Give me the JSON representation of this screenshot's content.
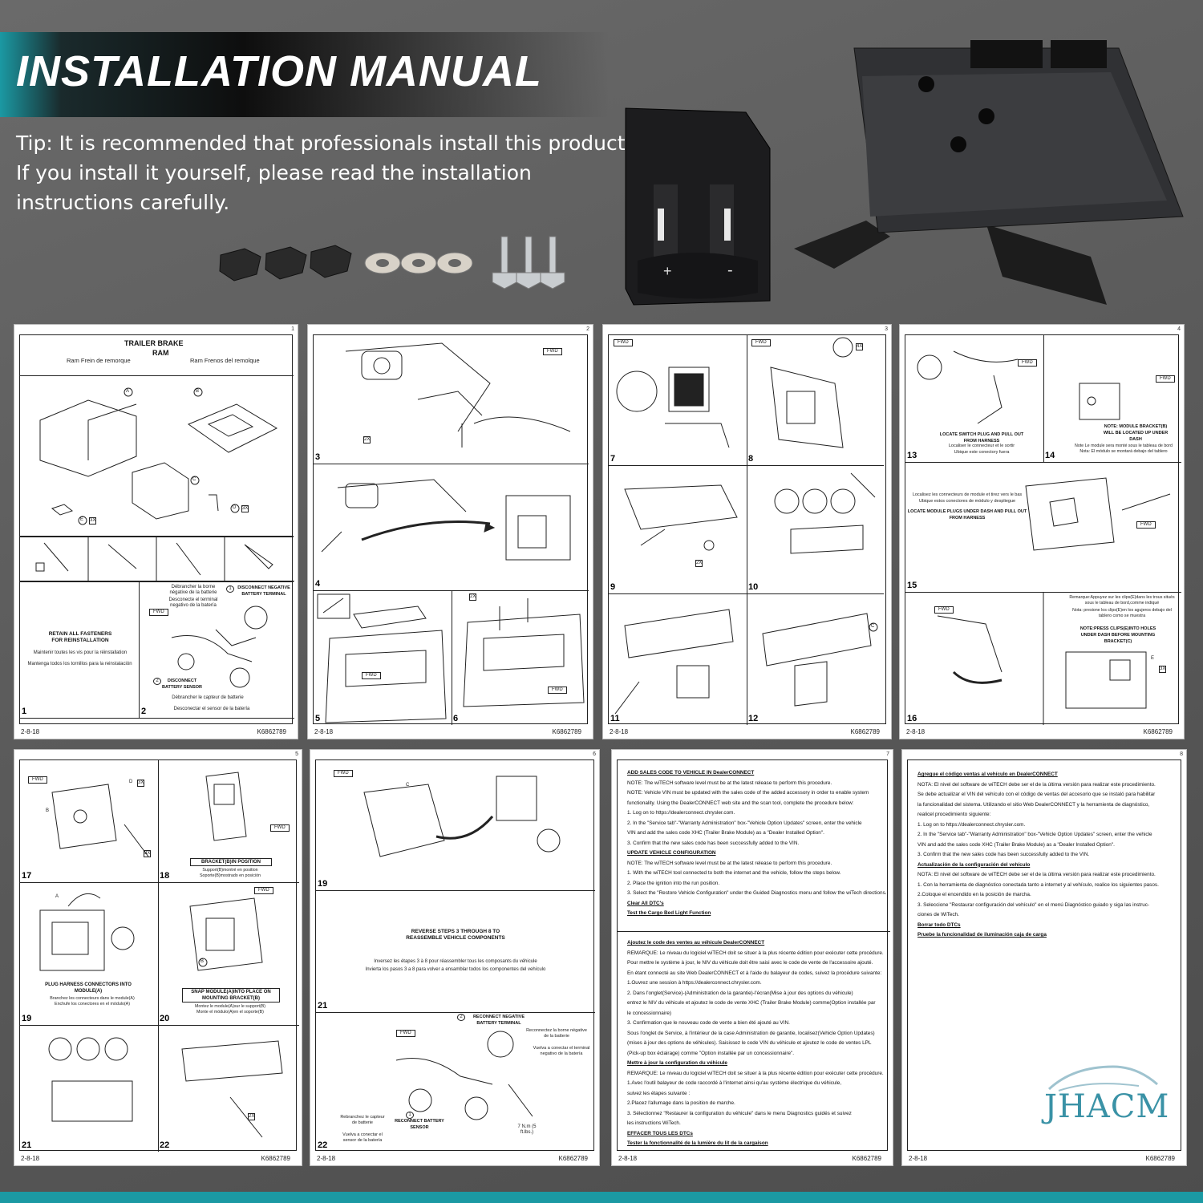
{
  "banner": {
    "title": "INSTALLATION MANUAL",
    "tip_lines": [
      "Tip: It is recommended that professionals install this product.",
      "If you install it yourself, please read the installation",
      "instructions carefully."
    ]
  },
  "brand": {
    "logo_text": "JHACM",
    "accent": "#1b99a3"
  },
  "product": {
    "switch_plus": "+",
    "switch_minus": "-"
  },
  "pages": {
    "p1": {
      "number": "1",
      "date": "2-8-18",
      "code": "K6862789",
      "title": "TRAILER BRAKE",
      "subtitle": "RAM",
      "fr": "Ram Frein de remorque",
      "es": "Ram Frenos del remolque",
      "label_a": "A",
      "label_b": "B",
      "label_c": "C",
      "label_d": "D",
      "qty_d": "3X",
      "qty_e": "3X",
      "label_e": "E",
      "retain": "RETAIN ALL FASTENERS FOR REINSTALLATION",
      "retain_fr": "Maintenir toutes les vis pour la réinstallation",
      "retain_es": "Mantenga todos los tornillos para la reinstalación",
      "disc_fr": "Débrancher la borne négative de la batterie",
      "disc_es": "Desconecte el terminal negativo de la batería",
      "disc": "DISCONNECT NEGATIVE BATTERY TERMINAL",
      "sensor": "DISCONNECT BATTERY SENSOR",
      "sensor_fr": "Débrancher le capteur de batterie",
      "sensor_es": "Desconectar el sensor de la batería",
      "fwd": "FWD",
      "step1": "1",
      "step2": "2",
      "n1": "1",
      "n2": "2"
    },
    "p2": {
      "number": "2",
      "date": "2-8-18",
      "code": "K6862789",
      "steps": [
        "3",
        "4",
        "5",
        "6"
      ],
      "qty": "2X",
      "fwd": "FWD"
    },
    "p3": {
      "number": "3",
      "date": "2-8-18",
      "code": "K6862789",
      "steps": [
        "7",
        "8",
        "9",
        "10",
        "11",
        "12"
      ],
      "qty": "4X",
      "qty2": "2X",
      "fwd": "FWD",
      "label_c": "C"
    },
    "p4": {
      "number": "4",
      "date": "2-8-18",
      "code": "K6862789",
      "steps": [
        "13",
        "14",
        "15",
        "16"
      ],
      "fwd": "FWD",
      "locate_switch": "LOCATE SWITCH PLUG AND PULL OUT FROM HARNESS",
      "locate_switch_fr": "Localiser le connecteur et le sortir",
      "locate_switch_es": "Ubique este conectory fuera",
      "note": "NOTE: MODULE BRACKET(B) WILL BE LOCATED UP UNDER DASH",
      "note_fr": "Note Le module sera monté sous le tableau de bord",
      "note_es": "Nota: El módulo se montará debajo del tablero",
      "locate_fr": "Localisez les connecteurs de module et tirez vers le bas",
      "locate_es": "Ubique estos conectores de módulo y despliegue",
      "locate_module": "LOCATE MODULE PLUGS UNDER DASH AND PULL OUT FROM HARNESS",
      "remark": "Remarque:Appuyez sur les clips(E)dans les trous situés sous le tableau de bord,comme indiqué",
      "remark_es": "Nota: presione los clips(E)en los agujeros debajo del tablero como se muestra",
      "press_clips": "NOTE:PRESS CLIPS(E)INTO HOLES UNDER DASH BEFORE MOUNTING BRACKET(C)",
      "qty": "3X",
      "label_e": "E"
    },
    "p5": {
      "number": "5",
      "date": "2-8-18",
      "code": "K6862789",
      "steps": [
        "17",
        "18",
        "19",
        "20",
        "21",
        "22"
      ],
      "bracket": "BRACKET(B)IN POSITION",
      "bracket_fr": "Support(B)montré en position",
      "bracket_es": "Soporte(B)mostrado en posición",
      "plug": "PLUG HARNESS CONNECTORS INTO MODULE(A)",
      "plug_fr": "Branchez les connecteurs dans le module(A)",
      "plug_es": "Enchufe los conectores en el módulo(A)",
      "snap": "SNAP MODULE(A)INTO PLACE ON MOUNTING BRACKET(B)",
      "snap_fr": "Montez le module(A)sur le support(B)",
      "snap_es": "Monte el módulo(A)en el soporte(B)",
      "qty": "3X",
      "qty2": "2X",
      "fwd": "FWD",
      "label_a": "A",
      "label_b": "B",
      "label_d": "D"
    },
    "p6": {
      "number": "6",
      "date": "2-8-18",
      "code": "K6862789",
      "steps": [
        "19",
        "21",
        "22"
      ],
      "fwd": "FWD",
      "reverse": "REVERSE STEPS 3 THROUGH 8 TO REASSEMBLE VEHICLE COMPONENTS",
      "reverse_fr": "Inversez les étapes 3 à 8 pour réassembler tous les composants du véhicule",
      "reverse_es": "Invierta los pasos 3 a 8 para volver a ensamblar todos los componentes del vehículo",
      "reconnect_terminal": "RECONNECT NEGATIVE BATTERY TERMINAL",
      "reconnect_fr": "Reconnectez la borne négative de la batterie",
      "reconnect_es": "Vuelva a conectar el terminal negativo de la batería",
      "rebranch": "Rebranchez le capteur de batterie",
      "rebranch_es": "Vuelva a conectar el sensor de la batería",
      "reconnect_sensor": "RECONNECT BATTERY SENSOR",
      "torque": "7 N.m (5 ft.lbs.)",
      "n1": "1",
      "n2": "2",
      "label_c": "C"
    },
    "p7": {
      "number": "7",
      "date": "2-8-18",
      "code": "K6862789",
      "lines": [
        {
          "t": "ADD SALES CODE TO VEHICLE IN DealerCONNECT",
          "u": true
        },
        {
          "t": "NOTE: The wiTECH software level must be at the latest release to perform this procedure.",
          "u": false
        },
        {
          "t": "NOTE: Vehicle VIN must be updated with the sales code of the added accessory in order to enable system",
          "u": false
        },
        {
          "t": "functionality. Using the DealerCONNECT web site and the scan tool, complete the procedure below:",
          "u": false
        },
        {
          "t": "1. Log on to https://dealerconnect.chrysler.com.",
          "u": false
        },
        {
          "t": "2. In the \"Service tab\"-\"Warranty Administration\" box-\"Vehicle Option Updates\" screen, enter the vehicle",
          "u": false
        },
        {
          "t": "VIN and add the sales code XHC (Trailer Brake Module) as a \"Dealer Installed Option\".",
          "u": false
        },
        {
          "t": "3. Confirm that the new sales code has been successfully added to the VIN.",
          "u": false
        },
        {
          "t": "UPDATE VEHICLE CONFIGURATION",
          "u": true
        },
        {
          "t": "NOTE: The wiTECH software level must be at the latest release to perform this procedure.",
          "u": false
        },
        {
          "t": "1. With the wiTECH tool connected to both the internet and the vehicle, follow the steps below.",
          "u": false
        },
        {
          "t": "2. Place the ignition into the run position.",
          "u": false
        },
        {
          "t": "3. Select the \"Restore Vehicle Configuration\" under the Guided Diagnostics menu and follow the wiTech directions.",
          "u": false
        },
        {
          "t": "Clear All DTC's",
          "u": true
        },
        {
          "t": "Test the Cargo Bed Light Function",
          "u": true
        }
      ],
      "lines_fr": [
        {
          "t": "Ajoutez le code des ventes au véhicule DealerCONNECT",
          "u": true
        },
        {
          "t": "REMARQUE: Le niveau du logiciel wiTECH doit se situer à la plus récente édition pour exécuter cette procédure.",
          "u": false
        },
        {
          "t": "Pour mettre le système à jour, le NIV du véhicule doit être saisi avec le code de vente de l'accessoire ajouté.",
          "u": false
        },
        {
          "t": "En étant connecté au site Web DealerCONNECT et à l'aide du balayeur de codes, suivez la procédure suivante:",
          "u": false
        },
        {
          "t": "1.Ouvrez une session à https://dealerconnect.chrysler.com.",
          "u": false
        },
        {
          "t": "2. Dans l'onglet(Service)-(Administration de la garantie)-l'écran(Mise à jour des options du véhicule)",
          "u": false
        },
        {
          "t": "entrez le NIV du véhicule et ajoutez le code de vente XHC (Trailer Brake Module) comme(Option installée par",
          "u": false
        },
        {
          "t": "le concessionnaire)",
          "u": false
        },
        {
          "t": "3. Confirmation que le nouveau code de vente a bien été ajouté au VIN.",
          "u": false
        },
        {
          "t": "Sous l'onglet de Service, à l'intérieur de la case Administration de garantie, localisez(Vehicle Option Updates)",
          "u": false
        },
        {
          "t": "(mises à jour des options de véhicules). Saisissez le code VIN du véhicule et ajoutez le code de ventes LPL",
          "u": false
        },
        {
          "t": "(Pick-up box éclairage) comme \"Option installée par un concessionnaire\".",
          "u": false
        },
        {
          "t": "Mettre à jour la configuration du véhicule",
          "u": true
        },
        {
          "t": "REMARQUE: Le niveau du logiciel wiTECH doit se situer à la plus récente édition pour exécuter cette procédure.",
          "u": false
        },
        {
          "t": "1.Avec l'outil balayeur de code raccordé à l'internet ainsi qu'au système électrique du véhicule,",
          "u": false
        },
        {
          "t": "suivez les étapes suivante :",
          "u": false
        },
        {
          "t": "2.Placez l'allumage dans la position de marche.",
          "u": false
        },
        {
          "t": "3. Sélectionnez \"Restaurer la configuration du véhicule\" dans le menu Diagnostics guidés et suivez",
          "u": false
        },
        {
          "t": "les instructions WiTech.",
          "u": false
        },
        {
          "t": "EFFACER TOUS LES DTCs",
          "u": true
        },
        {
          "t": "Tester la fonctionnalité de la lumière du lit de la cargaison",
          "u": true
        }
      ]
    },
    "p8": {
      "number": "8",
      "date": "2-8-18",
      "code": "K6862789",
      "lines": [
        {
          "t": "Agregue el código ventas al vehículo en DealerCONNECT",
          "u": true
        },
        {
          "t": "NOTA: El nivel del software de wiTECH debe ser el de la última versión para realizar este procedimiento.",
          "u": false
        },
        {
          "t": "Se debe actualizar el VIN del vehículo con el código de ventas del accesorio que se instaló para habilitar",
          "u": false
        },
        {
          "t": "la funcionalidad del sistema. Utilizando el sitio Web DealerCONNECT y la herramienta de diagnóstico,",
          "u": false
        },
        {
          "t": "realicel procedimiento siguiente:",
          "u": false
        },
        {
          "t": "1. Log on to https://dealerconnect.chrysler.com.",
          "u": false
        },
        {
          "t": "2. In the \"Service tab\"-\"Warranty Administration\" box-\"Vehicle Option Updates\" screen, enter the vehicle",
          "u": false
        },
        {
          "t": "VIN and add the sales code XHC (Trailer Brake Module) as a \"Dealer Installed Option\".",
          "u": false
        },
        {
          "t": "3. Confirm that the new sales code has been successfully added to the VIN.",
          "u": false
        },
        {
          "t": "Actualización de la configuración del vehículo",
          "u": true
        },
        {
          "t": "NOTA: El nivel del software de wiTECH debe ser el de la última versión para realizar este procedimiento.",
          "u": false
        },
        {
          "t": "1. Con la herramienta de diagnóstico conectada tanto a internet y al vehículo, realice los siguientes pasos.",
          "u": false
        },
        {
          "t": "2.Coloque el encendido en la posición de marcha.",
          "u": false
        },
        {
          "t": "3. Seleccione \"Restaurar configuración del vehículo\" en el menú Diagnóstico guiado y siga las instruc-",
          "u": false
        },
        {
          "t": "ciones de WiTech.",
          "u": false
        },
        {
          "t": "Borrar todo DTCs",
          "u": true
        },
        {
          "t": "Pruebe la funcionalidad de iluminación caja de carga",
          "u": true
        }
      ]
    }
  }
}
